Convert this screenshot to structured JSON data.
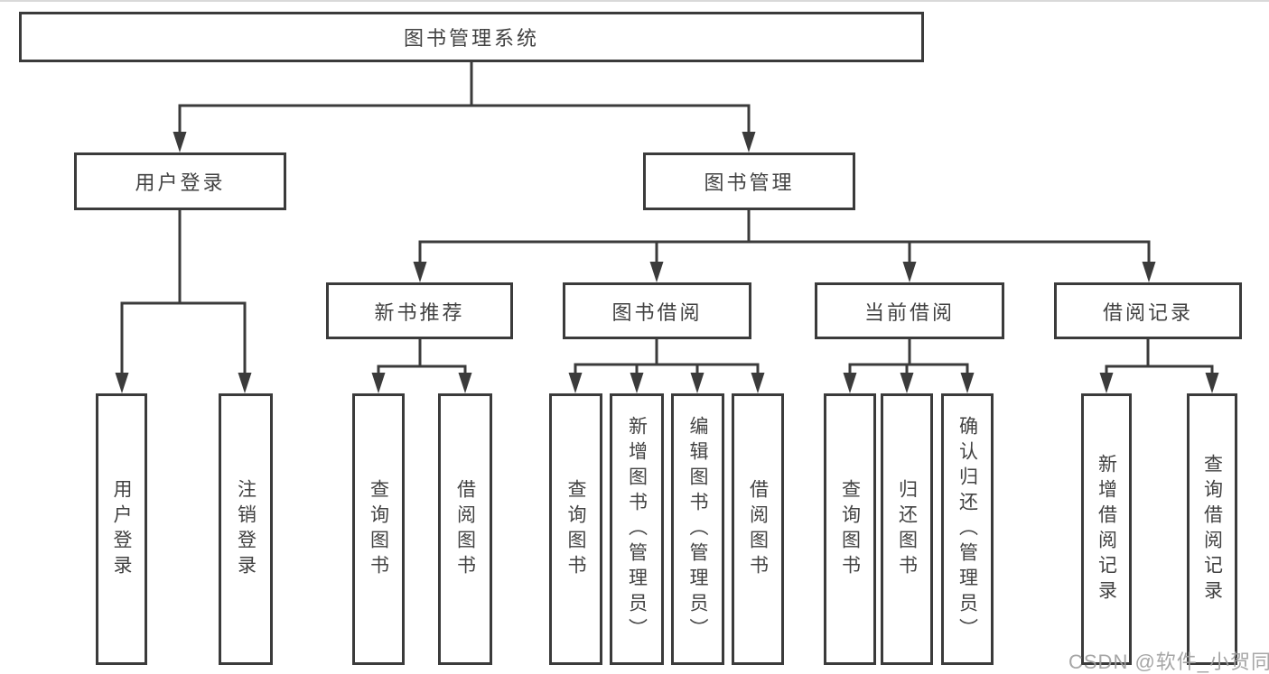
{
  "diagram": {
    "type": "hierarchy-tree",
    "tree": {
      "root": {
        "label": "图书管理系统",
        "children": [
          {
            "label": "用户登录",
            "children": [
              {
                "label": "用户登录"
              },
              {
                "label": "注销登录"
              }
            ]
          },
          {
            "label": "图书管理",
            "children": [
              {
                "label": "新书推荐",
                "children": [
                  {
                    "label": "查询图书"
                  },
                  {
                    "label": "借阅图书"
                  }
                ]
              },
              {
                "label": "图书借阅",
                "children": [
                  {
                    "label": "查询图书"
                  },
                  {
                    "label": "新增图书（管理员）"
                  },
                  {
                    "label": "编辑图书（管理员）"
                  },
                  {
                    "label": "借阅图书"
                  }
                ]
              },
              {
                "label": "当前借阅",
                "children": [
                  {
                    "label": "查询图书"
                  },
                  {
                    "label": "归还图书"
                  },
                  {
                    "label": "确认归还（管理员）"
                  }
                ]
              },
              {
                "label": "借阅记录",
                "children": [
                  {
                    "label": "新增借阅记录"
                  },
                  {
                    "label": "查询借阅记录"
                  }
                ]
              }
            ]
          }
        ]
      }
    },
    "colors": {
      "line": "#3b3b3b",
      "box_border": "#3b3b3b",
      "text": "#424242",
      "watermark": "#9e9e9e",
      "background": "#ffffff"
    },
    "watermark": {
      "text": "CSDN @软件_小贺同学"
    }
  }
}
